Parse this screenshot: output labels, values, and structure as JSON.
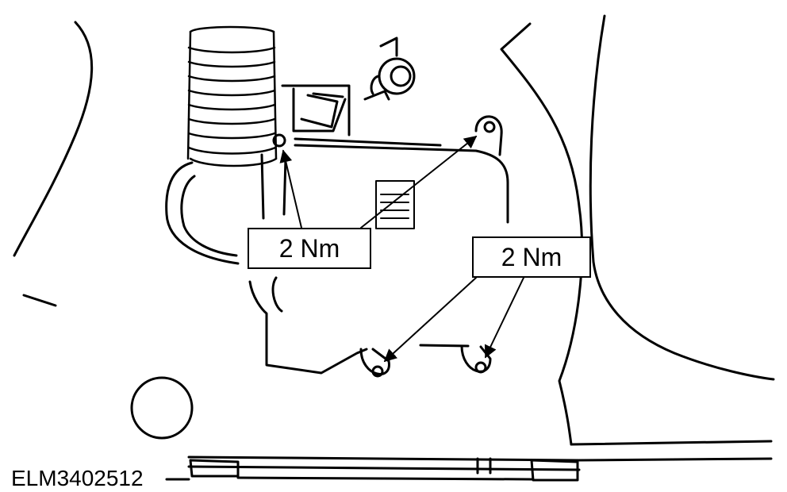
{
  "figure": {
    "reference_code": "ELM3402512",
    "callouts": [
      {
        "id": "left",
        "label": "2 Nm"
      },
      {
        "id": "right",
        "label": "2 Nm"
      }
    ],
    "line_color": "#000000",
    "background_color": "#ffffff"
  }
}
